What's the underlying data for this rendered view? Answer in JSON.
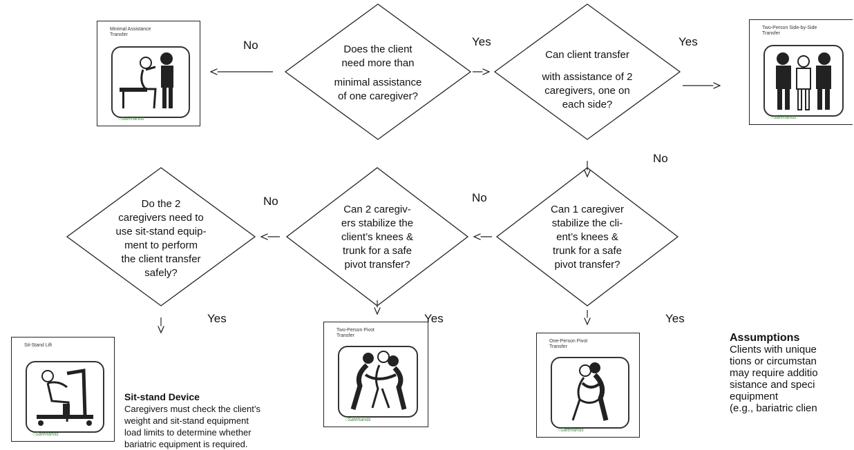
{
  "decisions": {
    "q1": [
      "Does the client",
      "need more than",
      "",
      "minimal assistance",
      "of one caregiver?"
    ],
    "q2": [
      "Can client transfer",
      "",
      "with assistance of 2",
      "caregivers, one on",
      "each side?"
    ],
    "q3": [
      "Can 1 caregiver",
      "stabilize the cli-",
      "ent’s knees &",
      "trunk for a safe",
      "pivot transfer?"
    ],
    "q4": [
      "Can 2 caregiv-",
      "ers stabilize the",
      "client’s knees &",
      "trunk for a safe",
      "pivot transfer?"
    ],
    "q5": [
      "Do the 2",
      "caregivers need to",
      "use sit-stand equip-",
      "ment to perform",
      "the client transfer",
      "safely?"
    ]
  },
  "labels": {
    "q1_no": "No",
    "q1_yes": "Yes",
    "q2_yes": "Yes",
    "q2_no": "No",
    "q3_no": "No",
    "q4_no": "No",
    "q3_yes": "Yes",
    "q4_yes": "Yes",
    "q5_yes": "Yes"
  },
  "cards": {
    "minimal": {
      "title": "Minimal Assistance\nTransfer",
      "icon": "caregiver-assist-icon"
    },
    "two_person_side": {
      "title": "Two-Person Side-by-Side\nTransfer",
      "icon": "two-caregivers-icon"
    },
    "one_person_pivot": {
      "title": "One-Person Pivot\nTransfer",
      "icon": "one-person-pivot-icon"
    },
    "two_person_pivot": {
      "title": "Two-Person Pivot\nTransfer",
      "icon": "two-person-pivot-icon"
    },
    "sit_stand": {
      "title": "Sit-Stand Lift",
      "icon": "sit-stand-lift-icon"
    }
  },
  "logo_text": "Safehands",
  "sit_stand_note": {
    "title": "Sit-stand Device",
    "lines": [
      "Caregivers must check the client’s",
      "weight and sit-stand equipment",
      "load limits to determine whether",
      "bariatric equipment is required."
    ]
  },
  "assumptions": {
    "title": "Assumptions",
    "lines": [
      "Clients with unique",
      "tions or circumstan",
      "may require additio",
      "sistance and speci",
      "equipment",
      "(e.g., bariatric clien"
    ]
  },
  "colors": {
    "line": "#222222",
    "text": "#111111",
    "logo": "#3a8a3a"
  }
}
